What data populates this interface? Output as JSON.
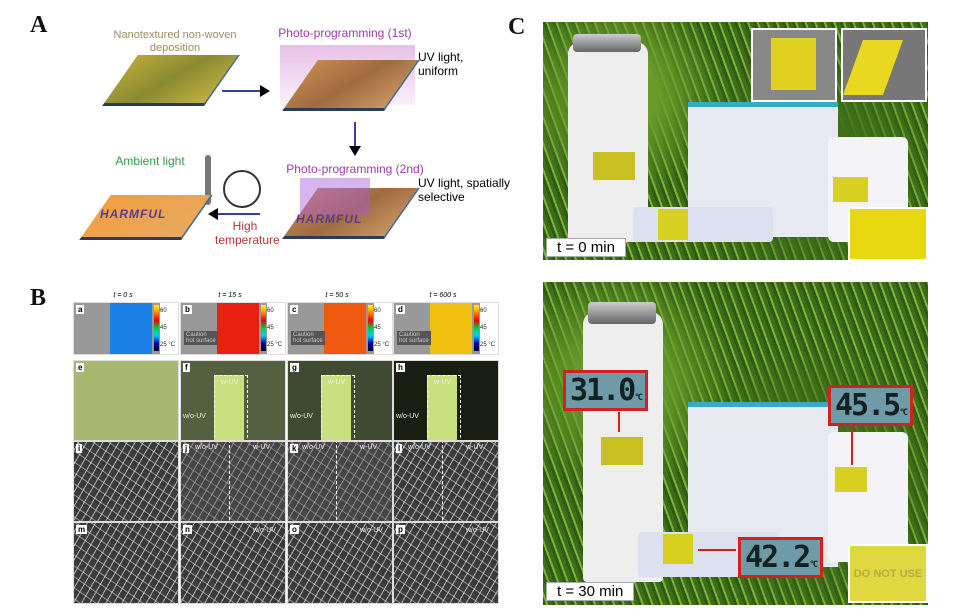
{
  "panelA": {
    "label": "A",
    "step1": "Nanotextured non-woven deposition",
    "step2": "Photo-programming (1st)",
    "uv1": "UV light, uniform",
    "step3": "Photo-programming (2nd)",
    "uv2": "UV light, spatially selective",
    "heat": "High temperature",
    "ambient": "Ambient light",
    "word": "HARMFUL"
  },
  "panelB": {
    "label": "B",
    "times": [
      "t = 0 s",
      "t = 15 s",
      "t = 50 s",
      "t = 600 s"
    ],
    "row1": [
      "a",
      "b",
      "c",
      "d"
    ],
    "scale": {
      "max": "60",
      "mid": "45",
      "min": "25 °C"
    },
    "sign": "Caution",
    "sign2": "hot surface",
    "row2": [
      "e",
      "f",
      "g",
      "h"
    ],
    "row3": [
      "i",
      "j",
      "k",
      "l"
    ],
    "row4": [
      "m",
      "n",
      "o",
      "p"
    ],
    "wuv": "w-UV",
    "wouv": "w/o-UV"
  },
  "panelC": {
    "label": "C",
    "time1": "t = 0 min",
    "time2": "t = 30 min",
    "temp1": "31.0",
    "temp2": "45.5",
    "temp3": "42.2",
    "unit": "°C",
    "warning": "DO NOT USE"
  }
}
